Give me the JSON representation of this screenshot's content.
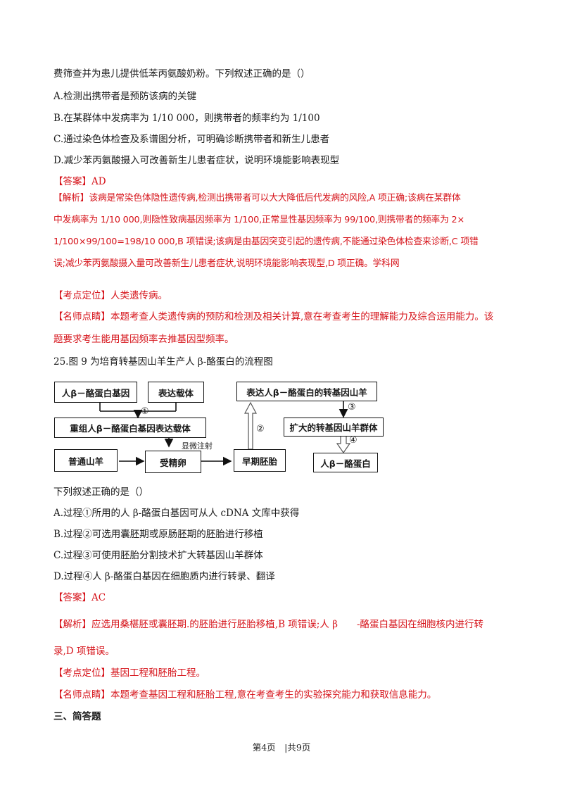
{
  "q24": {
    "stem_tail": "费筛查并为患儿提供低苯丙氨酸奶粉。下列叙述正确的是（）",
    "options": [
      "A.检测出携带者是预防该病的关键",
      "B.在某群体中发病率为 1/10 000，则携带者的频率约为 1/100",
      "C.通过染色体检查及系谱图分析，可明确诊断携带者和新生儿患者",
      "D.减少苯丙氨酸摄入可改善新生儿患者症状，说明环境能影响表现型"
    ],
    "answer_tag": "【答案】",
    "answer": "AD",
    "analysis_tag": "【解析】",
    "analysis_lines": [
      "该病是常染色体隐性遗传病,检测出携带者可以大大降低后代发病的风险,A 项正确;该病在某群体",
      "中发病率为 1/10 000,则隐性致病基因频率为 1/100,正常显性基因频率为 99/100,则携带者的频率为 2×",
      "1/100×99/100=198/10 000,B 项错误;该病是由基因突变引起的遗传病,不能通过染色体检查来诊断,C 项错",
      "误;减少苯丙氨酸摄入量可改善新生儿患者症状,说明环境能影响表现型,D 项正确。学科网"
    ],
    "point_tag": "【考点定位】",
    "point": "人类遗传病。",
    "teacher_tag": "【名师点睛】",
    "teacher_lines": [
      "本题考查人类遗传病的预防和检测及相关计算,意在考查考生的理解能力及综合运用能力。该",
      "题要求考生能用基因频率去推基因型频率。"
    ]
  },
  "q25": {
    "title": "25.图 9 为培育转基因山羊生产人 β-酪蛋白的流程图",
    "diagram": {
      "box_gene": "人β－酪蛋白基因",
      "box_vector": "表达载体",
      "box_recomb": "重组人β－酪蛋白基因表达载体",
      "box_goat": "普通山羊",
      "box_egg": "受精卵",
      "box_embryo": "早期胚胎",
      "box_tg_goat": "表达人β－酪蛋白的转基因山羊",
      "box_group": "扩大的转基因山羊群体",
      "box_protein": "人β－酪蛋白",
      "label_1": "①",
      "label_2": "②",
      "label_3": "③",
      "label_4": "④",
      "label_inject": "显微注射"
    },
    "stem": "下列叙述正确的是（）",
    "options": [
      "A.过程①所用的人 β-酪蛋白基因可从人 cDNA 文库中获得",
      "B.过程②可选用囊胚期或原肠胚期的胚胎进行移植",
      "C.过程③可使用胚胎分割技术扩大转基因山羊群体",
      "D.过程④人 β-酪蛋白基因在细胞质内进行转录、翻译"
    ],
    "answer_tag": "【答案】",
    "answer": "AC",
    "analysis_tag": "【解析】",
    "analysis_line1": "应选用桑椹胚或囊胚期.的胚胎进行胚胎移植,B 项错误;人 β　　-酪蛋白基因在细胞核内进行转",
    "analysis_line2": "录,D 项错误。",
    "point_tag": "【考点定位】",
    "point": "基因工程和胚胎工程。",
    "teacher_tag": "【名师点睛】",
    "teacher": "本题考查基因工程和胚胎工程,意在考查考生的实验探究能力和获取信息能力。"
  },
  "section_title": "三、简答题",
  "footer": "第4页　|共9页"
}
